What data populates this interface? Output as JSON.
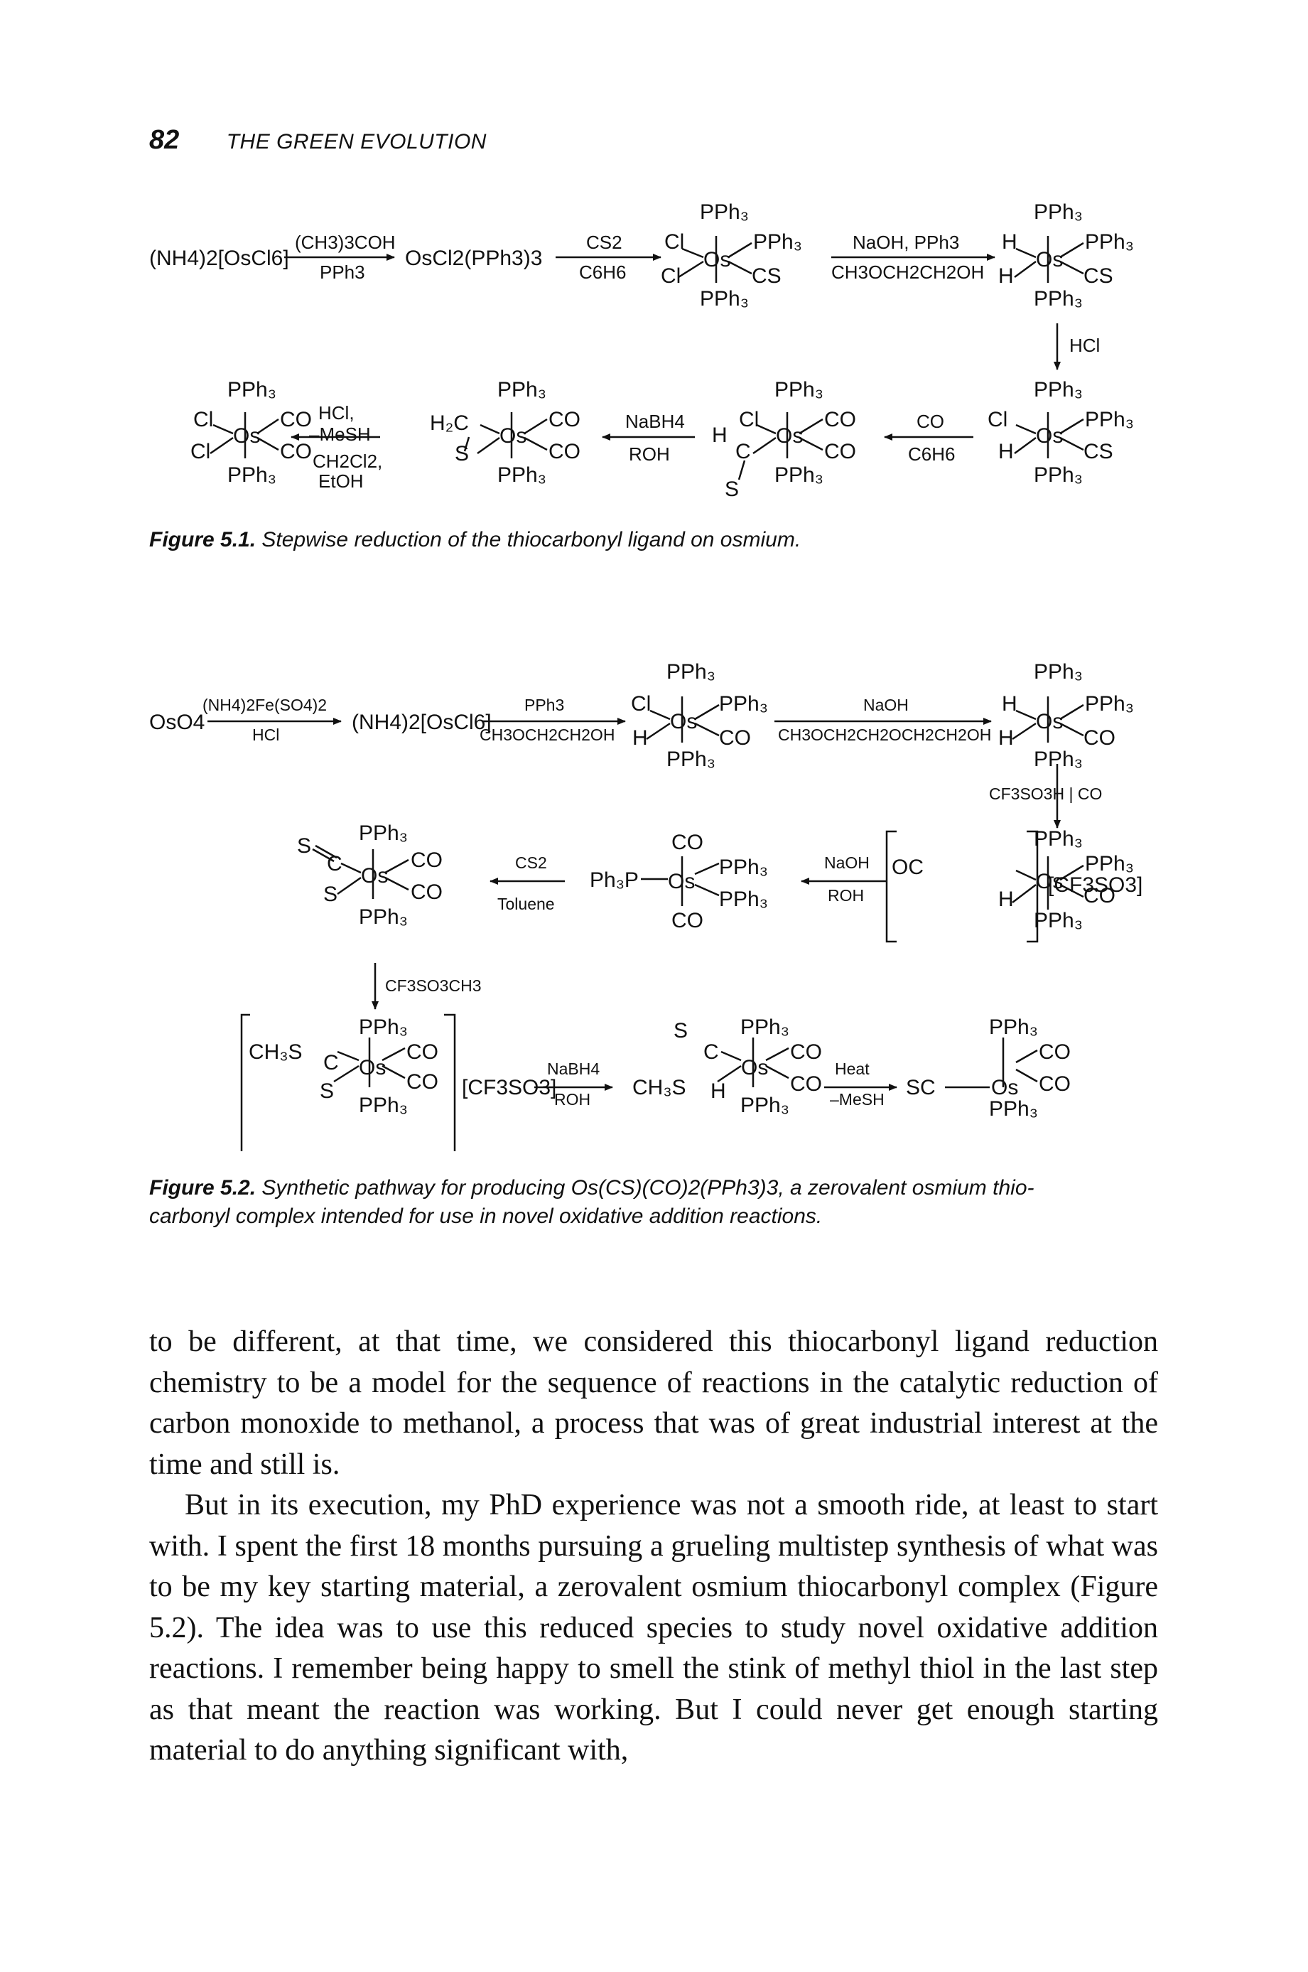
{
  "header": {
    "page_number": "82",
    "running_title": "THE GREEN EVOLUTION"
  },
  "figure1": {
    "label": "Figure 5.1.",
    "caption": "Stepwise reduction of the thiocarbonyl ligand on osmium.",
    "reactants": {
      "start": "(NH4)2[OsCl6]",
      "step1_product": "OsCl2(PPh3)3"
    },
    "reagents": {
      "step1_top": "(CH3)3COH",
      "step1_bottom": "PPh3",
      "step2_top": "CS2",
      "step2_bottom": "C6H6",
      "step3_top": "NaOH, PPh3",
      "step3_bottom": "CH3OCH2CH2OH",
      "step4": "HCl",
      "step5_top": "CO",
      "step5_bottom": "C6H6",
      "step6_top": "NaBH4",
      "step6_bottom": "ROH",
      "step7_top": "HCl,",
      "step7_mid": "–MeSH",
      "step7_b1": "CH2Cl2,",
      "step7_b2": "EtOH"
    }
  },
  "figure2": {
    "label": "Figure 5.2.",
    "caption_line1": "Synthetic pathway for producing Os(CS)(CO)2(PPh3)3, a zerovalent osmium thio-",
    "caption_line2": "carbonyl complex intended for use in novel oxidative addition reactions.",
    "reactants": {
      "start": "OsO4",
      "step1_product": "(NH4)2[OsCl6]"
    },
    "reagents": {
      "step1_top": "(NH4)2Fe(SO4)2",
      "step1_bottom": "HCl",
      "step2_top": "PPh3",
      "step2_bottom": "CH3OCH2CH2OH",
      "step3_top": "NaOH",
      "step3_bottom": "CH3OCH2CH2OCH2CH2OH",
      "step4": "CF3SO3H | CO",
      "step5_top": "NaOH",
      "step5_bottom": "ROH",
      "step6_top": "CS2",
      "step6_bottom": "Toluene",
      "step7": "CF3SO3CH3",
      "step8_top": "NaBH4",
      "step8_bottom": "ROH",
      "step9_top": "Heat",
      "step9_bottom": "–MeSH"
    },
    "counterion": "[CF3SO3]"
  },
  "body": {
    "paragraph1": "to be different, at that time, we considered this thiocarbonyl ligand reduction chemistry to be a model for the sequence of reactions in the catalytic reduction of carbon monoxide to methanol, a process that was of great industrial interest at the time and still is.",
    "paragraph2": "But in its execution, my PhD experience was not a smooth ride, at least to start with. I spent the first 18 months pursuing a grueling multistep synthesis of what was to be my key starting material, a zerovalent osmium thiocarbonyl complex (Figure 5.2). The idea was to use this reduced species to study novel oxidative addition reactions. I remember being happy to smell the stink of methyl thiol in the last step as that meant the reaction was working. But I could never get enough starting material to do anything significant with,"
  }
}
